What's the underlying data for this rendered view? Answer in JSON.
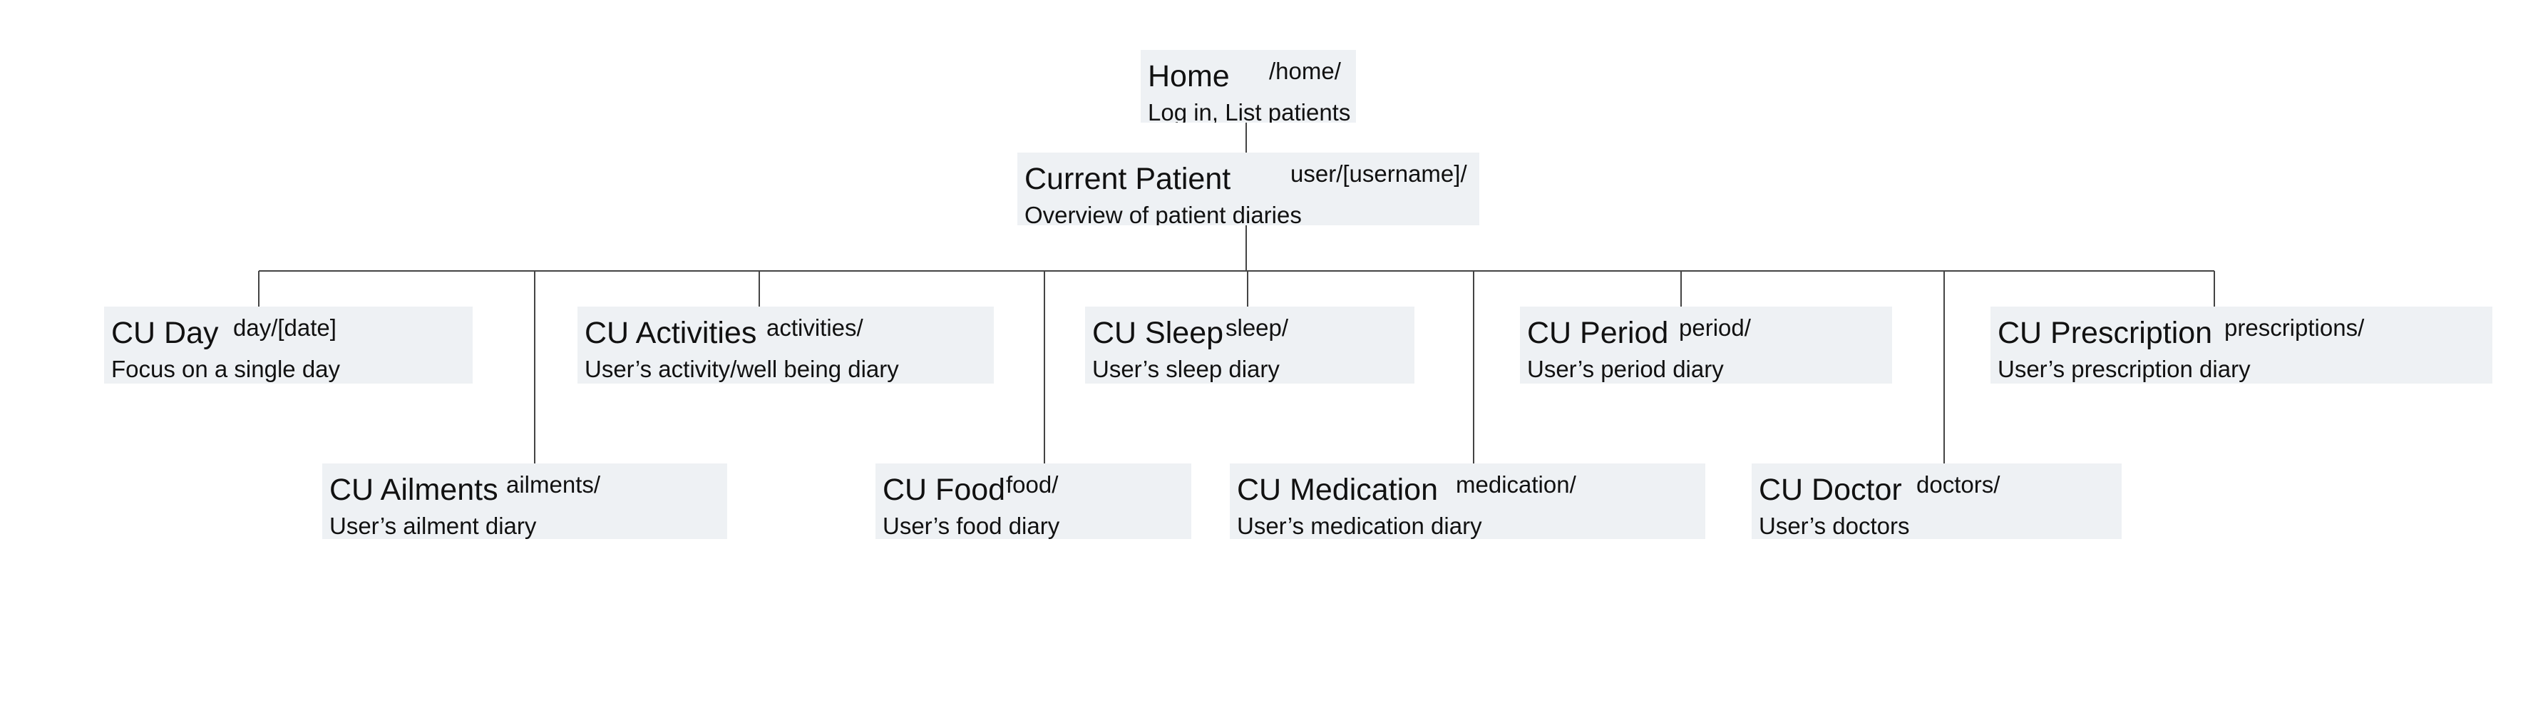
{
  "nodes": {
    "home": {
      "title": "Home",
      "path": "/home/",
      "desc": "Log in, List patients"
    },
    "current_patient": {
      "title": "Current Patient",
      "path": "user/[username]/",
      "desc": "Overview of patient diaries"
    },
    "cu_day": {
      "title": "CU Day",
      "path": "day/[date]",
      "desc": "Focus on a single day"
    },
    "cu_activities": {
      "title": "CU Activities",
      "path": "activities/",
      "desc": "User’s activity/well being diary"
    },
    "cu_sleep": {
      "title": "CU Sleep",
      "path": "sleep/",
      "desc": "User’s sleep diary"
    },
    "cu_period": {
      "title": "CU Period",
      "path": "period/",
      "desc": "User’s period diary"
    },
    "cu_prescription": {
      "title": "CU Prescription",
      "path": "prescriptions/",
      "desc": "User’s prescription diary"
    },
    "cu_ailments": {
      "title": "CU Ailments",
      "path": "ailments/",
      "desc": "User’s ailment diary"
    },
    "cu_food": {
      "title": "CU Food",
      "path": "food/",
      "desc": "User’s food diary"
    },
    "cu_medication": {
      "title": "CU Medication",
      "path": "medication/",
      "desc": "User’s medication diary"
    },
    "cu_doctor": {
      "title": "CU Doctor",
      "path": "doctors/",
      "desc": "User’s doctors"
    }
  },
  "edges": [
    [
      "home",
      "current_patient"
    ],
    [
      "current_patient",
      "cu_day"
    ],
    [
      "current_patient",
      "cu_ailments"
    ],
    [
      "current_patient",
      "cu_activities"
    ],
    [
      "current_patient",
      "cu_food"
    ],
    [
      "current_patient",
      "cu_sleep"
    ],
    [
      "current_patient",
      "cu_medication"
    ],
    [
      "current_patient",
      "cu_period"
    ],
    [
      "current_patient",
      "cu_doctor"
    ],
    [
      "current_patient",
      "cu_prescription"
    ]
  ]
}
